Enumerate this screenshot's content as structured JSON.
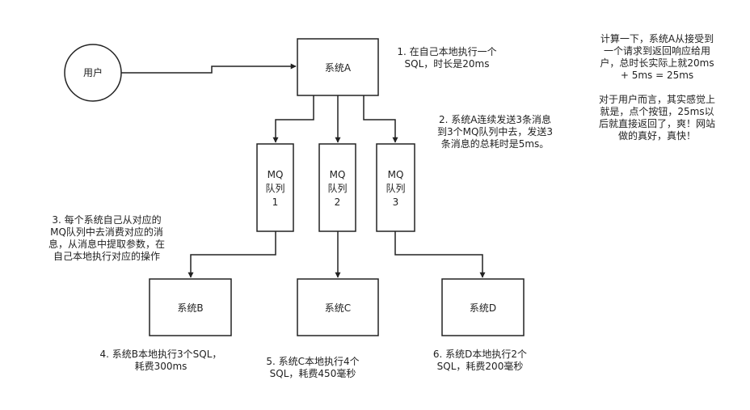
{
  "nodes": {
    "user": "用户",
    "system_a": "系统A",
    "mq1": [
      "MQ",
      "队列",
      "1"
    ],
    "mq2": [
      "MQ",
      "队列",
      "2"
    ],
    "mq3": [
      "MQ",
      "队列",
      "3"
    ],
    "system_b": "系统B",
    "system_c": "系统C",
    "system_d": "系统D"
  },
  "notes": {
    "step1": [
      "1. 在自己本地执行一个",
      "SQL，时长是20ms"
    ],
    "step2": [
      "2. 系统A连续发送3条消息",
      "到3个MQ队列中去，发送3",
      "条消息的总耗时是5ms。"
    ],
    "step3": [
      "3. 每个系统自己从对应的",
      "MQ队列中去消费对应的消",
      "息，从消息中提取参数，在",
      "自己本地执行对应的操作"
    ],
    "step4": [
      "4. 系统B本地执行3个SQL，",
      "耗费300ms"
    ],
    "step5": [
      "5. 系统C本地执行4个",
      "SQL，耗费450毫秒"
    ],
    "step6": [
      "6. 系统D本地执行2个",
      "SQL，耗费200毫秒"
    ],
    "summary": [
      "计算一下，系统A从接受到",
      "一个请求到返回响应给用",
      "户，总时长实际上就20ms",
      "+ 5ms = 25ms",
      "",
      "对于用户而言，其实感觉上",
      "就是，点个按钮，25ms以",
      "后就直接返回了，爽！网站",
      "做的真好，真快！"
    ]
  },
  "colors": {
    "stroke": "#222222",
    "text": "#222222",
    "background": "#ffffff"
  }
}
